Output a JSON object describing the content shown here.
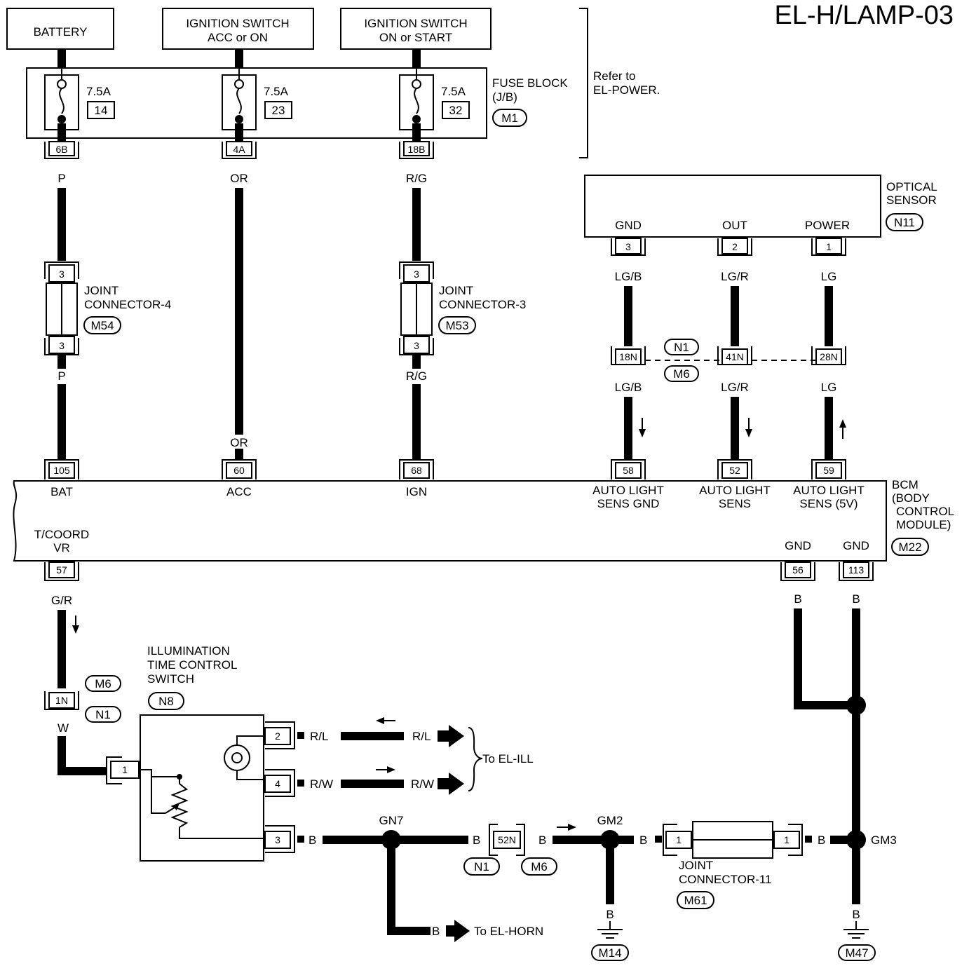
{
  "page_title": "EL-H/LAMP-03",
  "power_sources": {
    "battery": "BATTERY",
    "ign_acc_line1": "IGNITION SWITCH",
    "ign_acc_line2": "ACC or ON",
    "ign_start_line1": "IGNITION SWITCH",
    "ign_start_line2": "ON or START"
  },
  "fuse_block": {
    "title_line1": "FUSE BLOCK",
    "title_line2": "(J/B)",
    "connector_id": "M1",
    "refer_line1": "Refer to",
    "refer_line2": "EL-POWER.",
    "fuses": [
      {
        "rating": "7.5A",
        "number": "14",
        "terminal": "6B",
        "wire": "P"
      },
      {
        "rating": "7.5A",
        "number": "23",
        "terminal": "4A",
        "wire": "OR"
      },
      {
        "rating": "7.5A",
        "number": "32",
        "terminal": "18B",
        "wire": "R/G"
      }
    ]
  },
  "optical_sensor": {
    "title_line1": "OPTICAL",
    "title_line2": "SENSOR",
    "connector_id": "N11",
    "pins": [
      {
        "name": "GND",
        "terminal": "3",
        "wire": "LG/B",
        "relay": "18N"
      },
      {
        "name": "OUT",
        "terminal": "2",
        "wire": "LG/R",
        "relay": "41N"
      },
      {
        "name": "POWER",
        "terminal": "1",
        "wire": "LG",
        "relay": "28N"
      }
    ],
    "relay_ids": [
      "N1",
      "M6"
    ]
  },
  "joint_connectors": [
    {
      "line1": "JOINT",
      "line2": "CONNECTOR-4",
      "id": "M54",
      "terminal": "3",
      "wire_out": "P"
    },
    {
      "line1": "JOINT",
      "line2": "CONNECTOR-3",
      "id": "M53",
      "terminal": "3",
      "wire_out": "R/G"
    },
    {
      "line1": "JOINT",
      "line2": "CONNECTOR-11",
      "id": "M61",
      "terminal": "1"
    }
  ],
  "or_wire_lower": "OR",
  "bcm": {
    "title_line1": "BCM",
    "title_line2": "(BODY",
    "title_line3": "CONTROL",
    "title_line4": "MODULE)",
    "connector_id": "M22",
    "top_pins": [
      {
        "terminal": "105",
        "name": "BAT"
      },
      {
        "terminal": "60",
        "name": "ACC"
      },
      {
        "terminal": "68",
        "name": "IGN"
      },
      {
        "terminal": "58",
        "name_line1": "AUTO LIGHT",
        "name_line2": "SENS GND"
      },
      {
        "terminal": "52",
        "name_line1": "AUTO LIGHT",
        "name_line2": "SENS"
      },
      {
        "terminal": "59",
        "name_line1": "AUTO LIGHT",
        "name_line2": "SENS (5V)"
      }
    ],
    "bottom_pins": [
      {
        "terminal": "57",
        "name_line1": "T/COORD",
        "name_line2": "VR",
        "wire": "G/R"
      },
      {
        "terminal": "56",
        "name": "GND",
        "wire": "B"
      },
      {
        "terminal": "113",
        "name": "GND",
        "wire": "B"
      }
    ]
  },
  "switch": {
    "title_line1": "ILLUMINATION",
    "title_line2": "TIME CONTROL",
    "title_line3": "SWITCH",
    "connector_id": "N8",
    "relay_terminal": "1N",
    "relay_ids": [
      "M6",
      "N1"
    ],
    "input_wire": "W",
    "input_terminal": "1",
    "outputs": [
      {
        "terminal": "2",
        "wire": "R/L",
        "wire_far": "R/L"
      },
      {
        "terminal": "4",
        "wire": "R/W",
        "wire_far": "R/W"
      },
      {
        "terminal": "3",
        "wire": "B"
      }
    ],
    "to_ill": "To EL-ILL"
  },
  "ground": {
    "gn7": "GN7",
    "gm2": "GM2",
    "gm3": "GM3",
    "relay_terminal": "52N",
    "relay_ids": [
      "N1",
      "M6"
    ],
    "wire": "B",
    "to_horn": "To EL-HORN",
    "ground_ids": [
      "M14",
      "M47"
    ]
  }
}
